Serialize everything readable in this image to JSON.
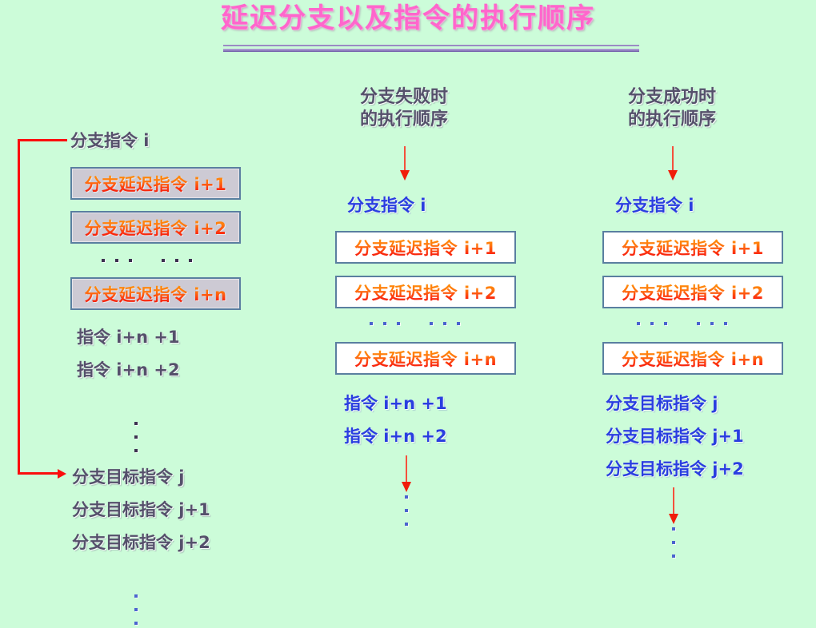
{
  "slide": {
    "title": "延迟分支以及指令的执行顺序",
    "background_color": "#ccfcd9",
    "title_color": "#ff66cc",
    "rule_color": "#6f5fa8"
  },
  "left_column": {
    "branch_instruction": "分支指令 i",
    "delay_slots": [
      "分支延迟指令 i+1",
      "分支延迟指令 i+2",
      "分支延迟指令 i+n"
    ],
    "ellipsis_between_slots": "··· ···",
    "following_instructions": [
      "指令 i+n +1",
      "指令 i+n +2"
    ],
    "target_instructions": [
      "分支目标指令 j",
      "分支目标指令 j+1",
      "分支目标指令 j+2"
    ],
    "box_fill": "#cdcad4",
    "box_border": "#5a7fa0",
    "branch_line_color": "#fb0d0d"
  },
  "middle_column": {
    "header_line1": "分支失败时",
    "header_line2": "的执行顺序",
    "branch_instruction": "分支指令 i",
    "delay_slots": [
      "分支延迟指令 i+1",
      "分支延迟指令 i+2",
      "分支延迟指令 i+n"
    ],
    "ellipsis_between_slots": "··· ···",
    "following_instructions": [
      "指令 i+n +1",
      "指令 i+n +2"
    ],
    "box_fill": "#ffffff",
    "box_border": "#5a7fa0",
    "arrow_color": "#f01d0a"
  },
  "right_column": {
    "header_line1": "分支成功时",
    "header_line2": "的执行顺序",
    "branch_instruction": "分支指令 i",
    "delay_slots": [
      "分支延迟指令 i+1",
      "分支延迟指令 i+2",
      "分支延迟指令 i+n"
    ],
    "ellipsis_between_slots": "··· ···",
    "following_instructions": [
      "分支目标指令 j",
      "分支目标指令 j+1",
      "分支目标指令 j+2"
    ],
    "box_fill": "#ffffff",
    "box_border": "#5a7fa0",
    "arrow_color": "#f01d0a"
  }
}
